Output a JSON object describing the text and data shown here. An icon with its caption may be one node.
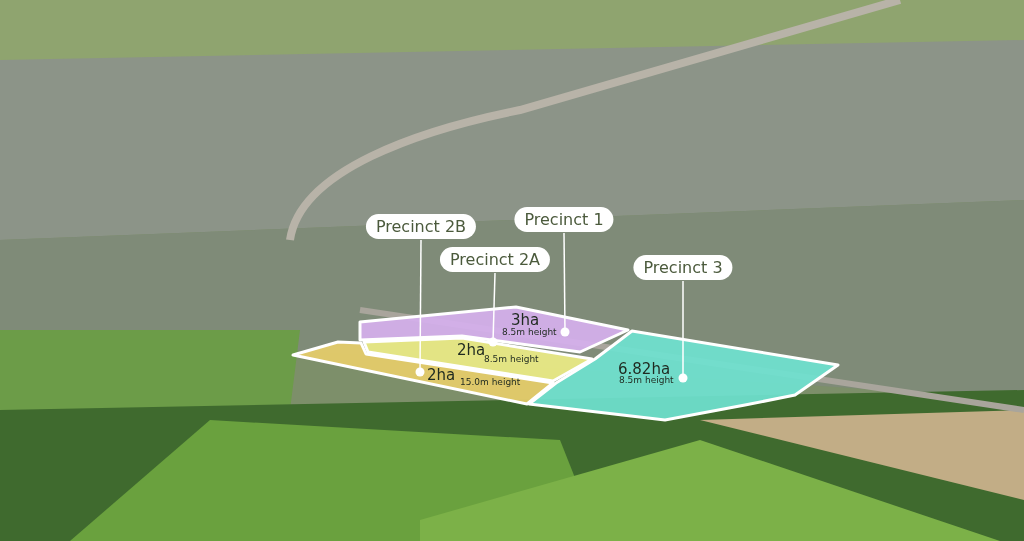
{
  "diagram": {
    "nodes": [
      {
        "text": [
          "Precinct 2B"
        ]
      },
      {
        "text": [
          "Precinct 1"
        ]
      },
      {
        "text": [
          "Precinct 2A"
        ]
      },
      {
        "text": [
          "Precinct 3"
        ]
      },
      {
        "text": [
          "3ha",
          "8.5m height"
        ]
      },
      {
        "text": [
          "2ha",
          "8.5m height"
        ]
      },
      {
        "text": [
          "2ha",
          "15.0m height"
        ]
      },
      {
        "text": [
          "6.82ha",
          "8.5m height"
        ]
      }
    ],
    "edges": [
      {
        "from": 0,
        "to": 6,
        "arrow": "other"
      },
      {
        "from": 1,
        "to": 4,
        "arrow": "other"
      },
      {
        "from": 2,
        "to": 5,
        "arrow": "other"
      },
      {
        "from": 3,
        "to": 7,
        "arrow": "other"
      }
    ]
  }
}
